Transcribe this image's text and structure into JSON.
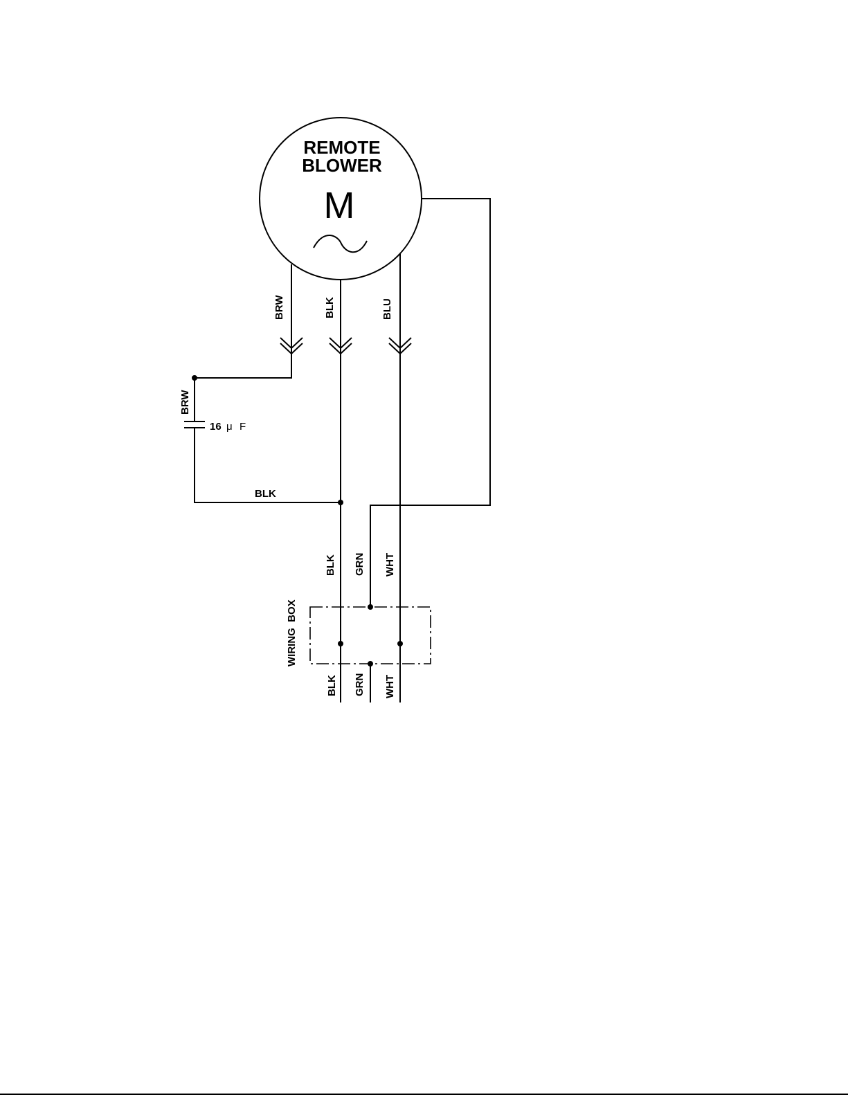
{
  "motor": {
    "title_line1": "REMOTE",
    "title_line2": "BLOWER",
    "symbol": "M",
    "ac_symbol": "ac-sine-icon"
  },
  "wires": {
    "brw_top": "BRW",
    "blk_top": "BLK",
    "blu_top": "BLU",
    "brw_cap": "BRW",
    "blk_horizontal": "BLK",
    "blk_mid": "BLK",
    "grn_mid": "GRN",
    "wht_mid": "WHT",
    "blk_bottom": "BLK",
    "grn_bottom": "GRN",
    "wht_bottom": "WHT"
  },
  "capacitor": {
    "value_num": "16",
    "value_mu": "μ",
    "value_unit": "F"
  },
  "wiring_box": {
    "label": "WIRING  BOX"
  }
}
